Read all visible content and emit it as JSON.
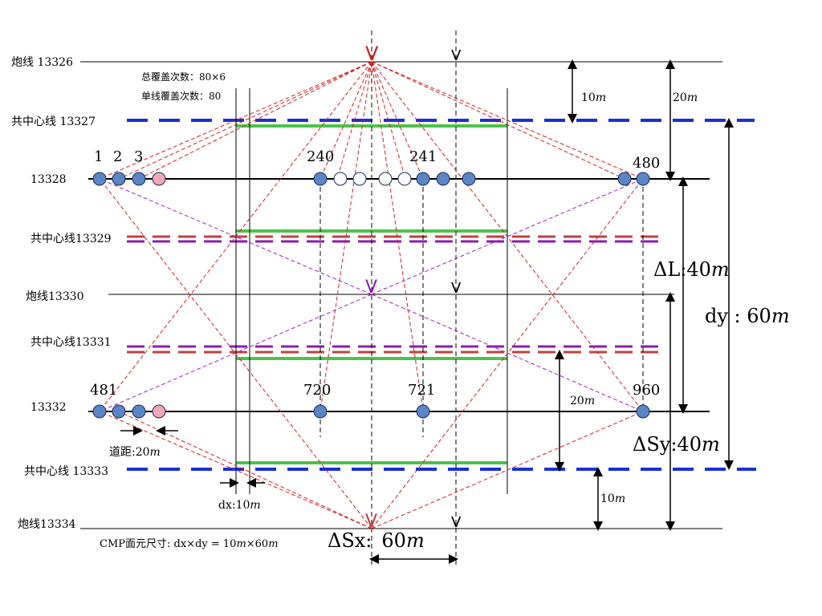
{
  "line_labels": {
    "shot_13326": "炮线 13326",
    "cmp_13327": "共中心线 13327",
    "rx_13328": "13328",
    "cmp_13329": "共中心线13329",
    "shot_13330": "炮线13330",
    "cmp_13331": "共中心线13331",
    "rx_13332": "13332",
    "cmp_13333": "共中心线 13333",
    "shot_13334": "炮线13334"
  },
  "fold": {
    "total": "总覆盖次数：80×6",
    "single": "单线覆盖次数：80"
  },
  "station_numbers": {
    "n1": "1",
    "n2": "2",
    "n3": "3",
    "n240": "240",
    "n241": "241",
    "n480": "480",
    "n481": "481",
    "n720": "720",
    "n721": "721",
    "n960": "960"
  },
  "dimensions": {
    "d10_top": {
      "value": "10",
      "unit": "m"
    },
    "d20_top": {
      "value": "20",
      "unit": "m"
    },
    "delta_l": {
      "prefix": "ΔL:",
      "value": "40",
      "unit": "m"
    },
    "dy": {
      "prefix": "dy : ",
      "value": "60",
      "unit": "m"
    },
    "d20_mid": {
      "value": "20",
      "unit": "m"
    },
    "delta_sy": {
      "prefix": "ΔSy:",
      "value": "40",
      "unit": "m"
    },
    "d10_bottom": {
      "value": "10",
      "unit": "m"
    },
    "station_spacing": {
      "prefix": "道距:",
      "value": "20",
      "unit": "m"
    },
    "dx": {
      "prefix": "dx:",
      "value": "10",
      "unit": "m"
    },
    "delta_sx": {
      "prefix": "ΔSx:",
      "value": "60",
      "unit": "m"
    }
  },
  "cmp_bin": {
    "prefix": "CMP面元尺寸: dx×dy = 10",
    "mid": "×60",
    "unit": "m"
  },
  "shot_markers": {
    "top_red": "V",
    "top_black": "V",
    "mid_purple": "V",
    "mid_black": "V",
    "bottom_red": "V",
    "bottom_black": "V"
  },
  "colors": {
    "blue_dash": "#1a2fd6",
    "red_dash": "#c04040",
    "purple_dash": "#8a1db0",
    "green_bin": "#4cc24c",
    "receiver_blue": "#5b86c6",
    "receiver_pink": "#f0a8b8",
    "ray_red": "#d02020",
    "ray_purple": "#a020c0"
  }
}
